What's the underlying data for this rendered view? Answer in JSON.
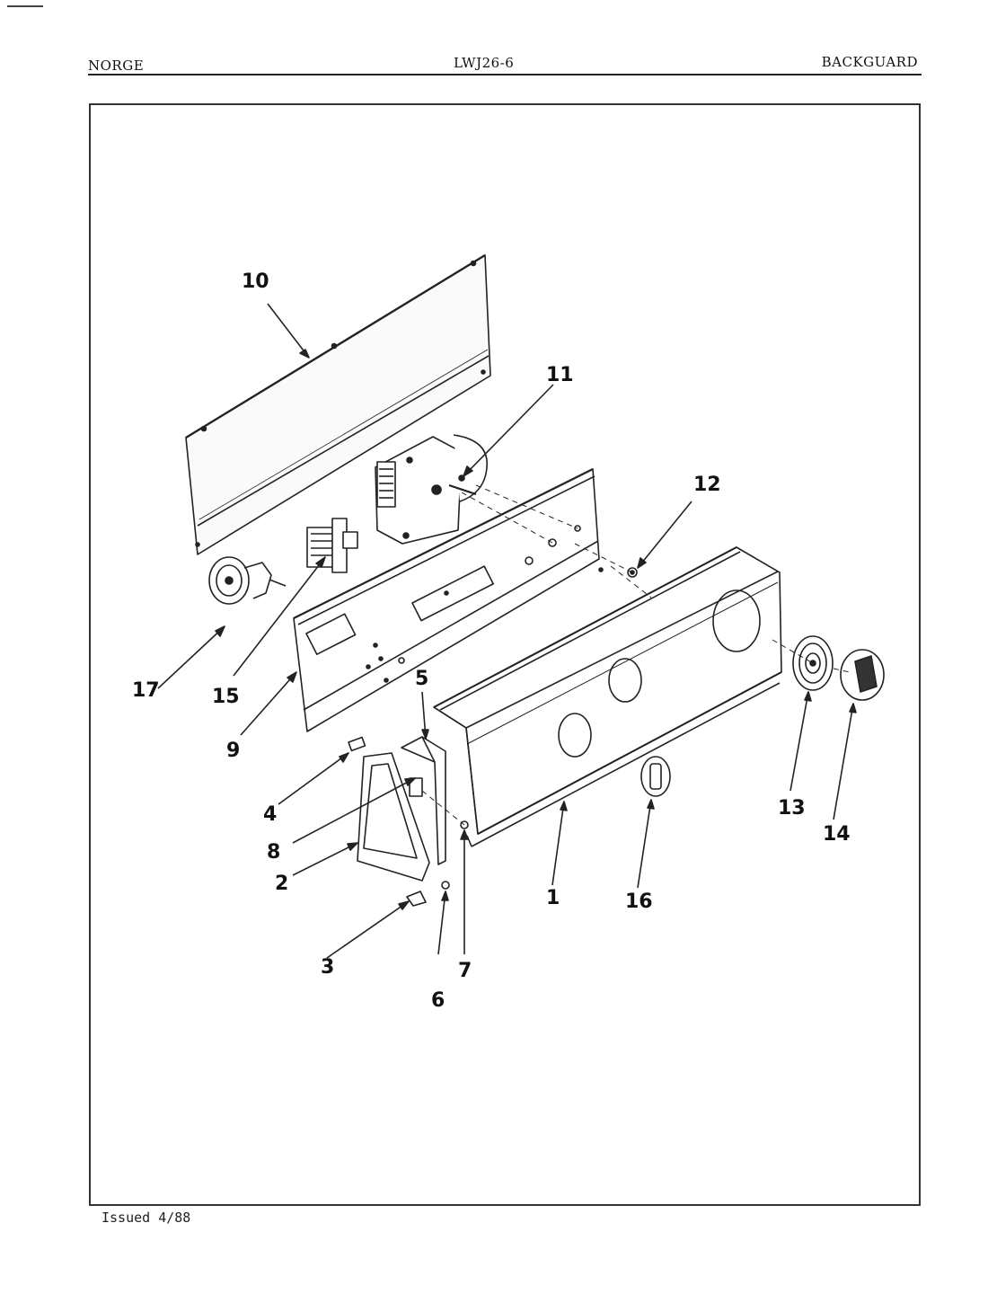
{
  "header": {
    "brand": "NORGE",
    "model": "LWJ26-6",
    "section": "BACKGUARD"
  },
  "footer": {
    "issued": "Issued 4/88"
  },
  "callouts": [
    "1",
    "2",
    "3",
    "4",
    "5",
    "6",
    "7",
    "8",
    "9",
    "10",
    "11",
    "12",
    "13",
    "14",
    "15",
    "16",
    "17"
  ],
  "colors": {
    "ink": "#111111",
    "background": "#ffffff"
  }
}
